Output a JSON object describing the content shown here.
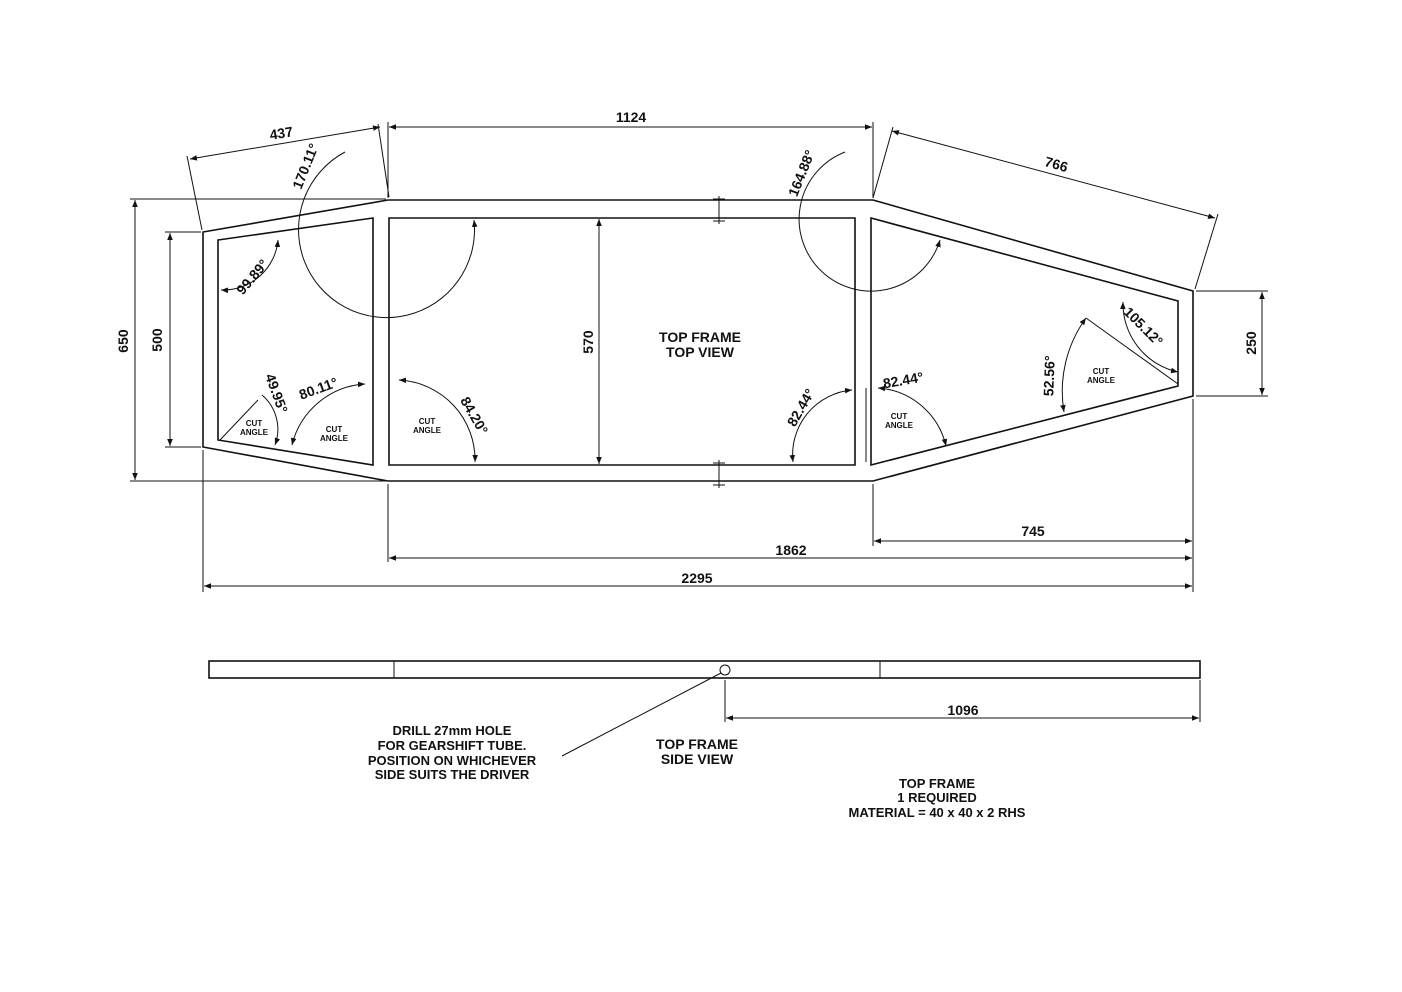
{
  "top_view": {
    "title_line1": "TOP FRAME",
    "title_line2": "TOP VIEW",
    "dimensions": {
      "d437": "437",
      "d1124": "1124",
      "d766": "766",
      "d650": "650",
      "d500": "500",
      "d570": "570",
      "d250": "250",
      "d745": "745",
      "d1862": "1862",
      "d2295": "2295"
    },
    "angles": {
      "a170": "170.11°",
      "a164": "164.88°",
      "a99": "99.89°",
      "a49": "49.95°",
      "a80": "80.11°",
      "a84": "84.20°",
      "a82_left": "82.44°",
      "a82_right": "82.44°",
      "a52": "52.56°",
      "a105": "105.12°"
    },
    "cut_angle": [
      "CUT",
      "ANGLE"
    ]
  },
  "side_view": {
    "title_line1": "TOP FRAME",
    "title_line2": "SIDE VIEW",
    "dimension_1096": "1096",
    "drill_note": [
      "DRILL 27mm HOLE",
      "FOR GEARSHIFT TUBE.",
      "POSITION ON WHICHEVER",
      "SIDE SUITS THE DRIVER"
    ]
  },
  "info": {
    "line1": "TOP FRAME",
    "line2": "1 REQUIRED",
    "line3": "MATERIAL = 40 x 40 x 2 RHS"
  }
}
